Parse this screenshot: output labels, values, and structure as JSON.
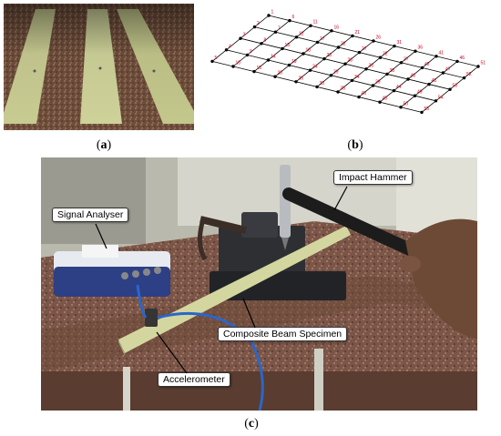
{
  "figure": {
    "panels": [
      {
        "id": "a",
        "caption_open": "(",
        "caption_letter": "a",
        "caption_close": ")"
      },
      {
        "id": "b",
        "caption_open": "(",
        "caption_letter": "b",
        "caption_close": ")"
      },
      {
        "id": "c",
        "caption_open": "(",
        "caption_letter": "c",
        "caption_close": ")"
      }
    ],
    "callouts": {
      "impact_hammer": "Impact Hammer",
      "signal_analyser": "Signal Analyser",
      "composite_beam": "Composite Beam Specimen",
      "accelerometer": "Accelerometer"
    },
    "grid": {
      "rows": 5,
      "cols": 11,
      "node_labels": [
        [
          "1",
          "6",
          "11",
          "16",
          "21",
          "26",
          "31",
          "36",
          "41",
          "46",
          "51"
        ],
        [
          "2",
          "7",
          "12",
          "17",
          "22",
          "27",
          "32",
          "37",
          "42",
          "47",
          "52"
        ],
        [
          "3",
          "8",
          "13",
          "18",
          "23",
          "28",
          "33",
          "38",
          "43",
          "48",
          "53"
        ],
        [
          "4",
          "9",
          "14",
          "19",
          "24",
          "29",
          "34",
          "39",
          "44",
          "49",
          "54"
        ],
        [
          "5",
          "10",
          "15",
          "20",
          "25",
          "30",
          "35",
          "40",
          "45",
          "50",
          "55"
        ]
      ]
    },
    "colors": {
      "node_label": "#d0021b",
      "node_dot": "#000000",
      "beam": "#cfd39a",
      "ground": "#7a5a45"
    }
  }
}
